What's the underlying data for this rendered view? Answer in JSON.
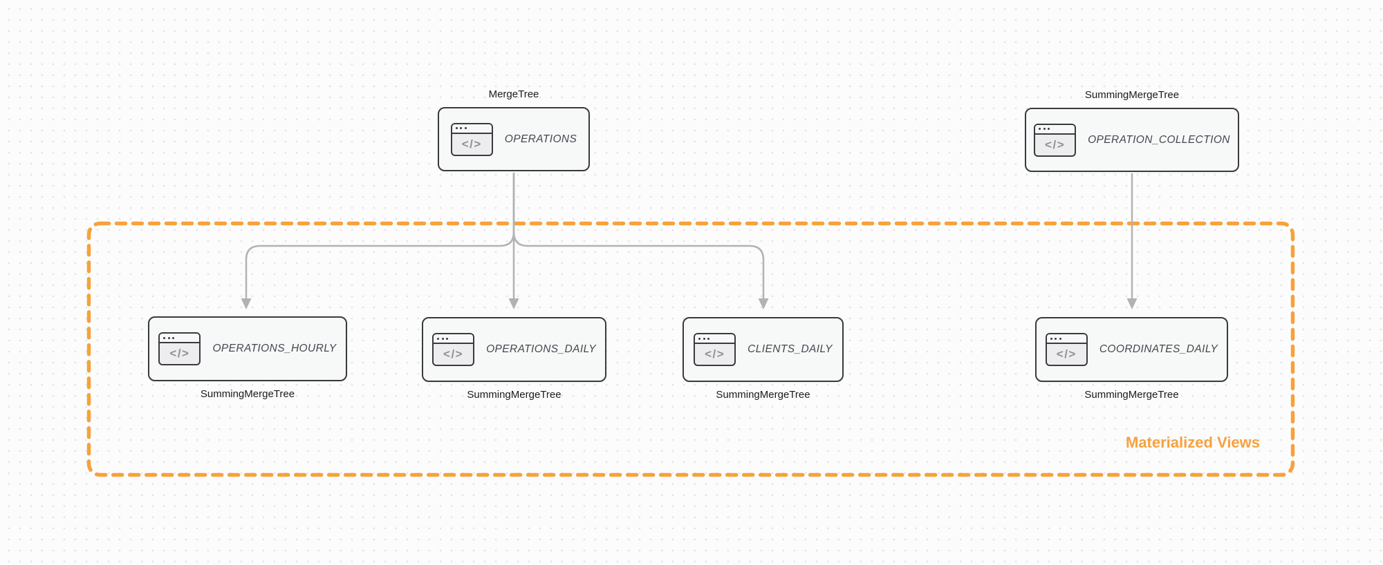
{
  "colors": {
    "accent-orange": "#F8A13C",
    "arrow-gray": "#B2B2B2",
    "node-border": "#3A3A3E",
    "node-fill": "#F7F8F8",
    "node-text": "#46464E",
    "label-text": "#1B1B1F",
    "canvas-bg": "#FCFCFC",
    "grid-dot": "#E3E3E7",
    "icon-glyph": "#8E9095"
  },
  "diagram": {
    "group_box_label": "Materialized Views",
    "icon_glyph": "</>",
    "nodes": [
      {
        "name": "OPERATIONS",
        "engine": "MergeTree"
      },
      {
        "name": "OPERATION_COLLECTION",
        "engine": "SummingMergeTree"
      },
      {
        "name": "OPERATIONS_HOURLY",
        "engine": "SummingMergeTree"
      },
      {
        "name": "OPERATIONS_DAILY",
        "engine": "SummingMergeTree"
      },
      {
        "name": "CLIENTS_DAILY",
        "engine": "SummingMergeTree"
      },
      {
        "name": "COORDINATES_DAILY",
        "engine": "SummingMergeTree"
      }
    ],
    "edges": [
      {
        "from": "OPERATIONS",
        "to": "OPERATIONS_HOURLY"
      },
      {
        "from": "OPERATIONS",
        "to": "OPERATIONS_DAILY"
      },
      {
        "from": "OPERATIONS",
        "to": "CLIENTS_DAILY"
      },
      {
        "from": "OPERATION_COLLECTION",
        "to": "COORDINATES_DAILY"
      }
    ]
  }
}
